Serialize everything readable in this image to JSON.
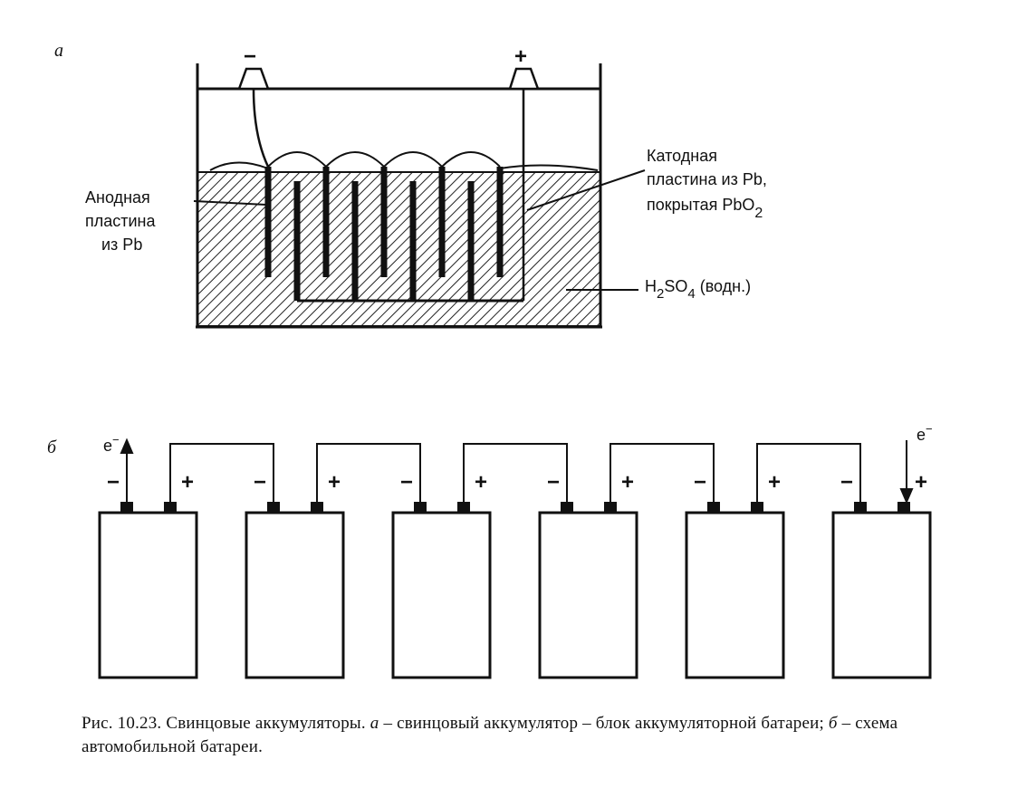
{
  "panel_a": {
    "letter": "a",
    "terminal_minus": "−",
    "terminal_plus": "+",
    "anode_label": [
      "Анодная",
      "пластина",
      "из Pb"
    ],
    "cathode_label": [
      "Катодная",
      "пластина из Pb,",
      "покрытая PbO",
      "2"
    ],
    "electrolyte_label": [
      "H",
      "2",
      "SO",
      "4",
      " (водн.)"
    ]
  },
  "panel_b": {
    "letter": "б",
    "electron_out": "e",
    "electron_in": "e",
    "minus": "−",
    "plus": "+",
    "cell_count": 6
  },
  "caption": {
    "lines": [
      "Рис. 10.23. Свинцовые аккумуляторы. ",
      "а",
      " – свинцовый аккумулятор – блок аккумуляторной батареи; ",
      "б",
      " – схема автомобильной батареи."
    ]
  }
}
